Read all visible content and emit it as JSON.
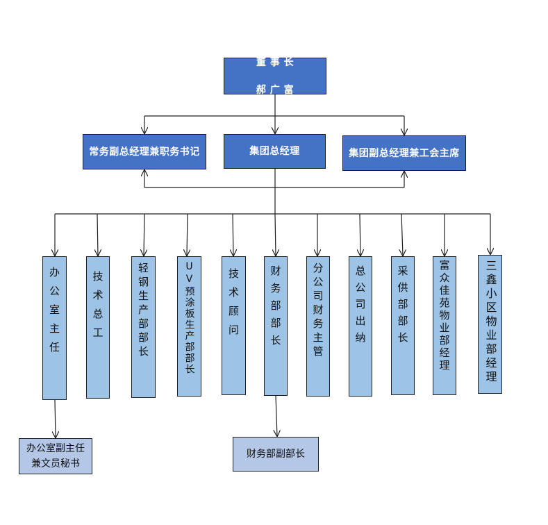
{
  "colors": {
    "executive_fill": "#4472c4",
    "department_fill": "#9dc3e6",
    "sub_fill": "#b4c7e7",
    "line": "#1f1f1f"
  },
  "chairman": {
    "title": "董 事 长",
    "name": "郝 广 富"
  },
  "executives": {
    "left": "常务副总经理兼职务书记",
    "center": "集团总经理",
    "right": "集团副总经理兼工会主席"
  },
  "departments": [
    "办公室主任",
    "技术总工",
    "轻钢生产部部长",
    "UV预涂板生产部部长",
    "技术顾问",
    "财务部部长",
    "分公司财务主管",
    "总公司出纳",
    "采供部部长",
    "富众佳苑物业部经理",
    "三鑫小区物业部经理"
  ],
  "sub_roles": {
    "office_deputy": "办公室副主任\n兼文员秘书",
    "finance_deputy": "财务部副部长"
  }
}
